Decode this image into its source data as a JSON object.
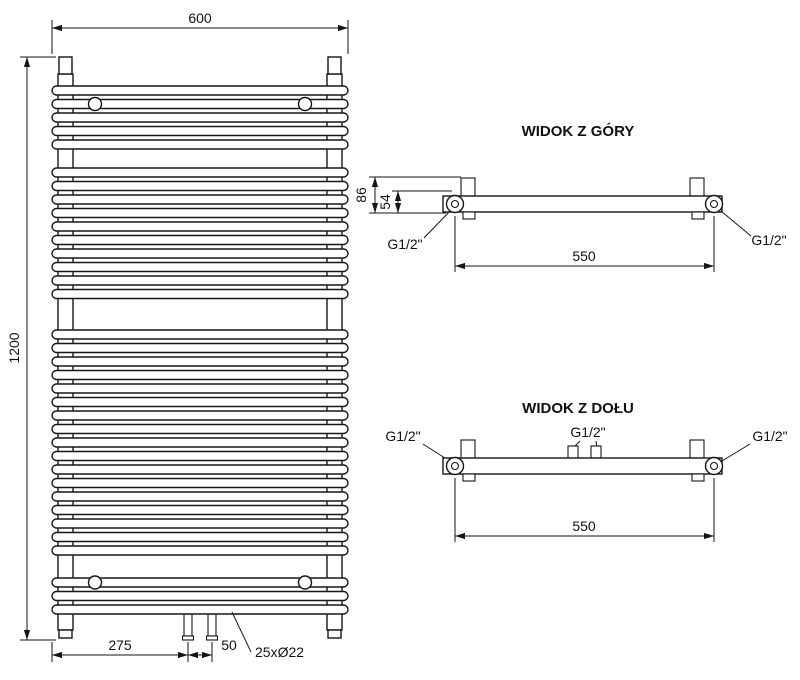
{
  "front_view": {
    "width": "600",
    "height": "1200",
    "bottom_offset": "275",
    "pipe_spacing": "50",
    "tube_spec": "25xØ22"
  },
  "top_view": {
    "title": "WIDOK Z GÓRY",
    "depth": "86",
    "axis_offset": "54",
    "connection_left": "G1/2\"",
    "connection_right": "G1/2\"",
    "connection_spacing": "550"
  },
  "bottom_view": {
    "title": "WIDOK Z DOŁU",
    "connection_left": "G1/2\"",
    "connection_center": "G1/2\"",
    "connection_right": "G1/2\"",
    "connection_spacing": "550"
  }
}
